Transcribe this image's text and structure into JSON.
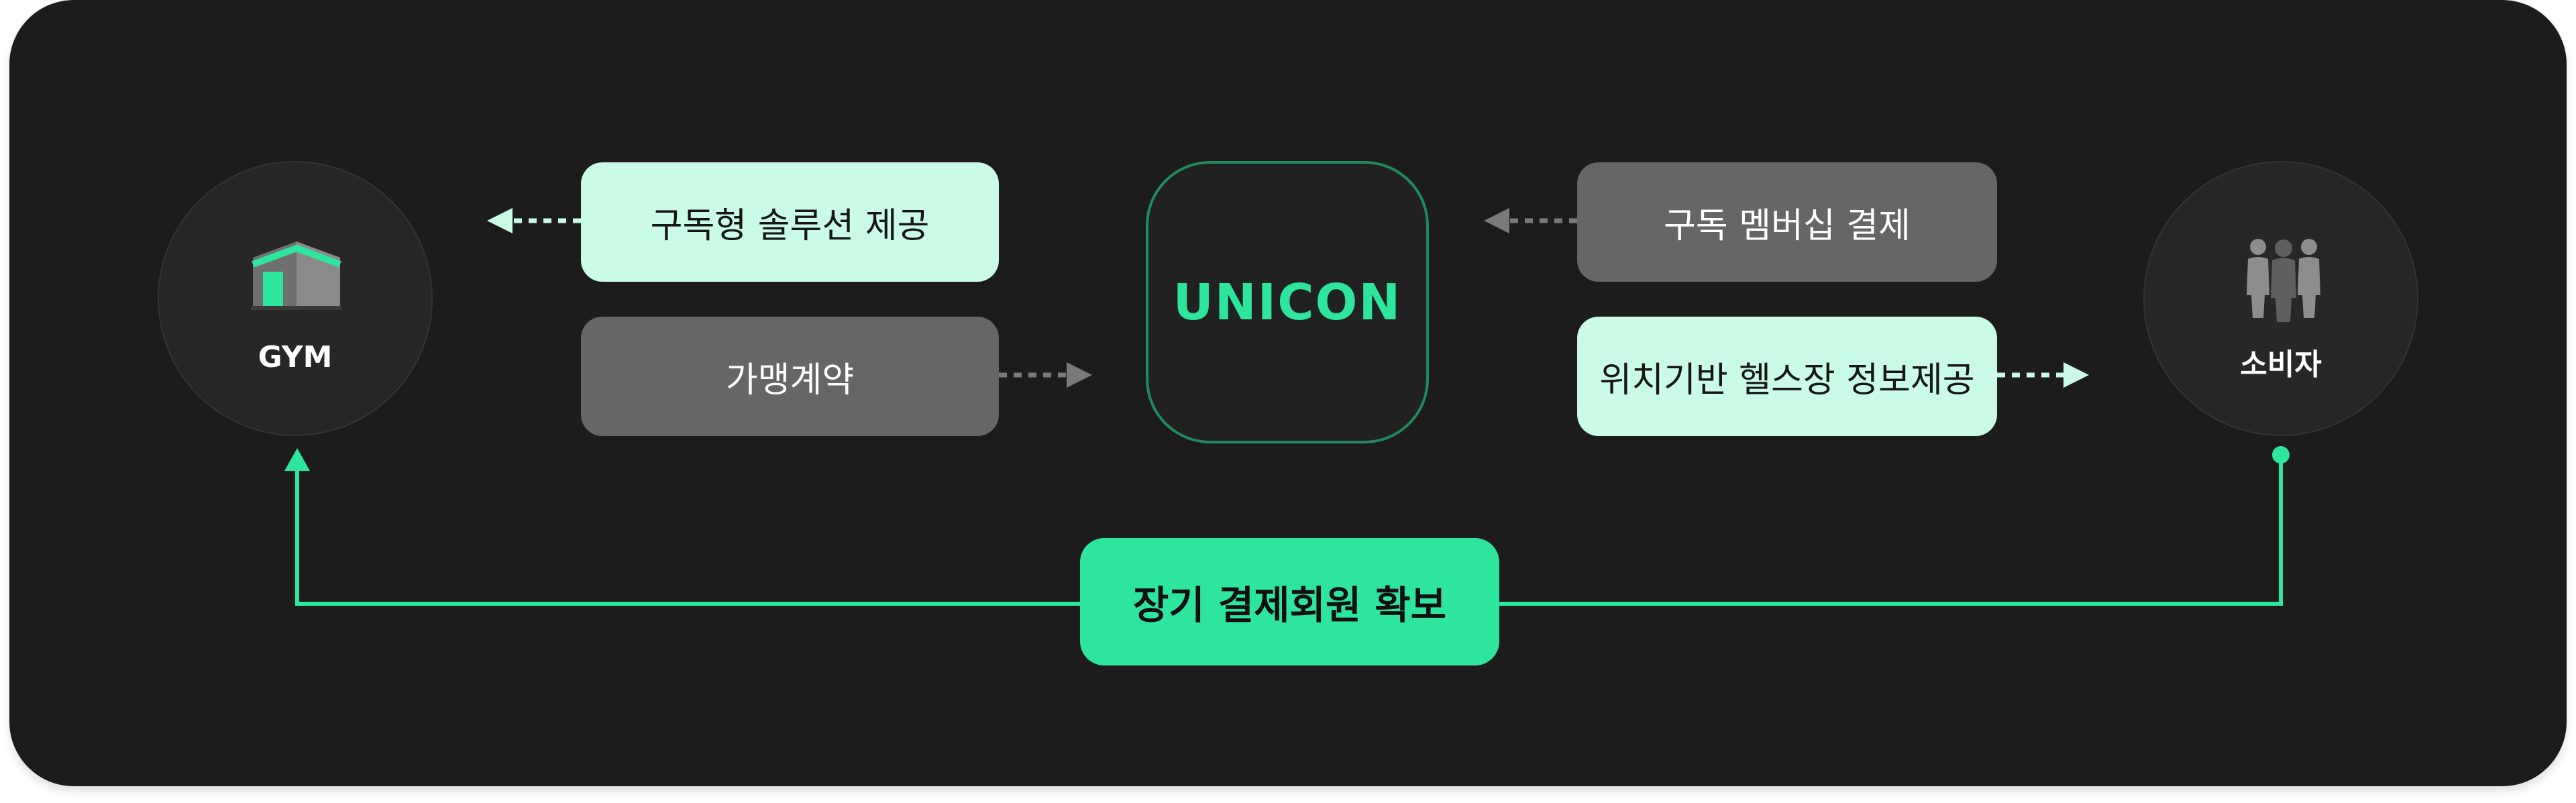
{
  "colors": {
    "background": "#1c1c1c",
    "accent_green": "#2de59c",
    "mint_box": "#c9fbe6",
    "gray_box": "#666666",
    "node_circle": "#272727",
    "center_border": "#1f8a5e",
    "arrow_gray": "#7a7a7a"
  },
  "nodes": {
    "gym": {
      "label": "GYM",
      "icon": "gym-building-icon"
    },
    "center": {
      "label": "UNICON"
    },
    "consumer": {
      "label": "소비자",
      "icon": "people-group-icon"
    }
  },
  "boxes": {
    "subscription_solution": "구독형 솔루션 제공",
    "franchise_contract": "가맹계약",
    "subscription_payment": "구독 멤버십 결제",
    "gym_location_info": "위치기반 헬스장 정보제공",
    "long_term_members": "장기 결제회원 확보"
  }
}
